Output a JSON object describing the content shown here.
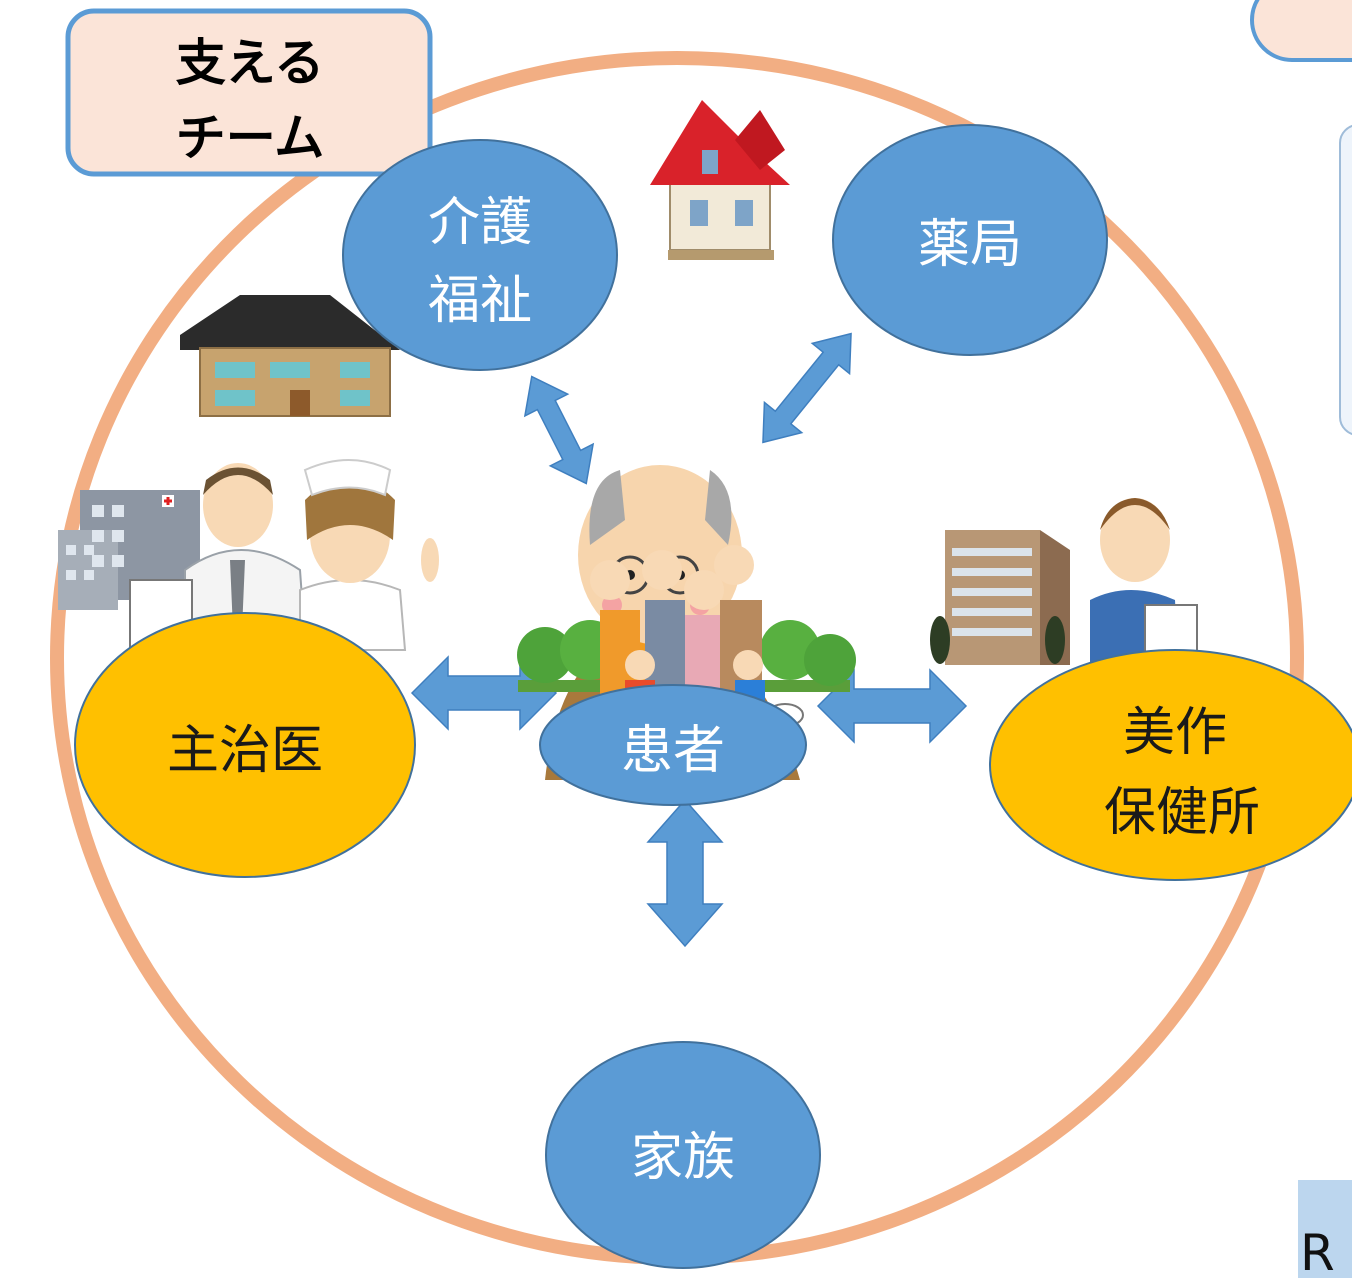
{
  "title": {
    "line1": "支える",
    "line2": "チーム",
    "box_fill": "#fbe4d8",
    "box_stroke": "#5b9bd5"
  },
  "team_circle_color": "#f2ae83",
  "nodes": {
    "kaigo": {
      "line1": "介護",
      "line2": "福祉"
    },
    "yakkyoku": {
      "label": "薬局"
    },
    "shujii": {
      "label": "主治医"
    },
    "kanja": {
      "label": "患者"
    },
    "hokenjo": {
      "line1": "美作",
      "line2": "保健所"
    },
    "kazoku": {
      "label": "家族"
    }
  },
  "edge_label": "R",
  "colors": {
    "blue_node": "#5b9bd5",
    "gold_node": "#ffc000",
    "arrow": "#5b9bd5"
  },
  "icons": [
    "house-icon",
    "care-facility-icon",
    "hospital-doctor-nurse-icon",
    "elderly-patient-icon",
    "health-center-staff-icon",
    "family-icon"
  ]
}
